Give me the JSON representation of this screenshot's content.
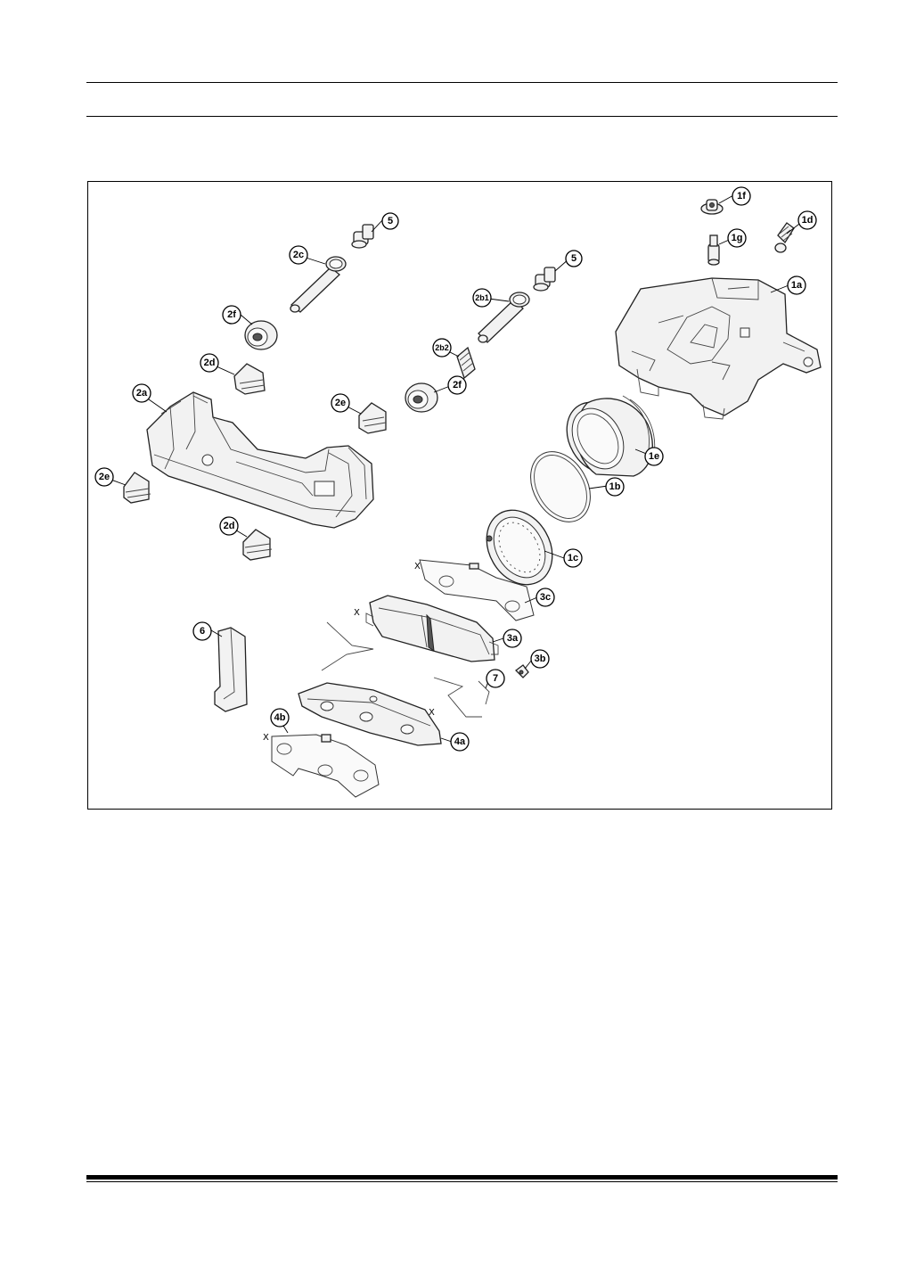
{
  "figure": {
    "callouts": [
      {
        "id": "c-5a",
        "label": "5"
      },
      {
        "id": "c-5b",
        "label": "5"
      },
      {
        "id": "c-2c",
        "label": "2c"
      },
      {
        "id": "c-2b1",
        "label": "2b1"
      },
      {
        "id": "c-2f-top",
        "label": "2f"
      },
      {
        "id": "c-2b2",
        "label": "2b2"
      },
      {
        "id": "c-2f-mid",
        "label": "2f"
      },
      {
        "id": "c-2d-top",
        "label": "2d"
      },
      {
        "id": "c-2a",
        "label": "2a"
      },
      {
        "id": "c-2e-right",
        "label": "2e"
      },
      {
        "id": "c-2e-left",
        "label": "2e"
      },
      {
        "id": "c-2d-bottom",
        "label": "2d"
      },
      {
        "id": "c-1f",
        "label": "1f"
      },
      {
        "id": "c-1d",
        "label": "1d"
      },
      {
        "id": "c-1g",
        "label": "1g"
      },
      {
        "id": "c-1a",
        "label": "1a"
      },
      {
        "id": "c-1e",
        "label": "1e"
      },
      {
        "id": "c-1b",
        "label": "1b"
      },
      {
        "id": "c-1c",
        "label": "1c"
      },
      {
        "id": "c-3c",
        "label": "3c"
      },
      {
        "id": "c-3a",
        "label": "3a"
      },
      {
        "id": "c-3b",
        "label": "3b"
      },
      {
        "id": "c-7",
        "label": "7"
      },
      {
        "id": "c-6",
        "label": "6"
      },
      {
        "id": "c-4b",
        "label": "4b"
      },
      {
        "id": "c-4a",
        "label": "4a"
      }
    ],
    "x_marks": [
      "X",
      "X",
      "X",
      "X"
    ]
  }
}
